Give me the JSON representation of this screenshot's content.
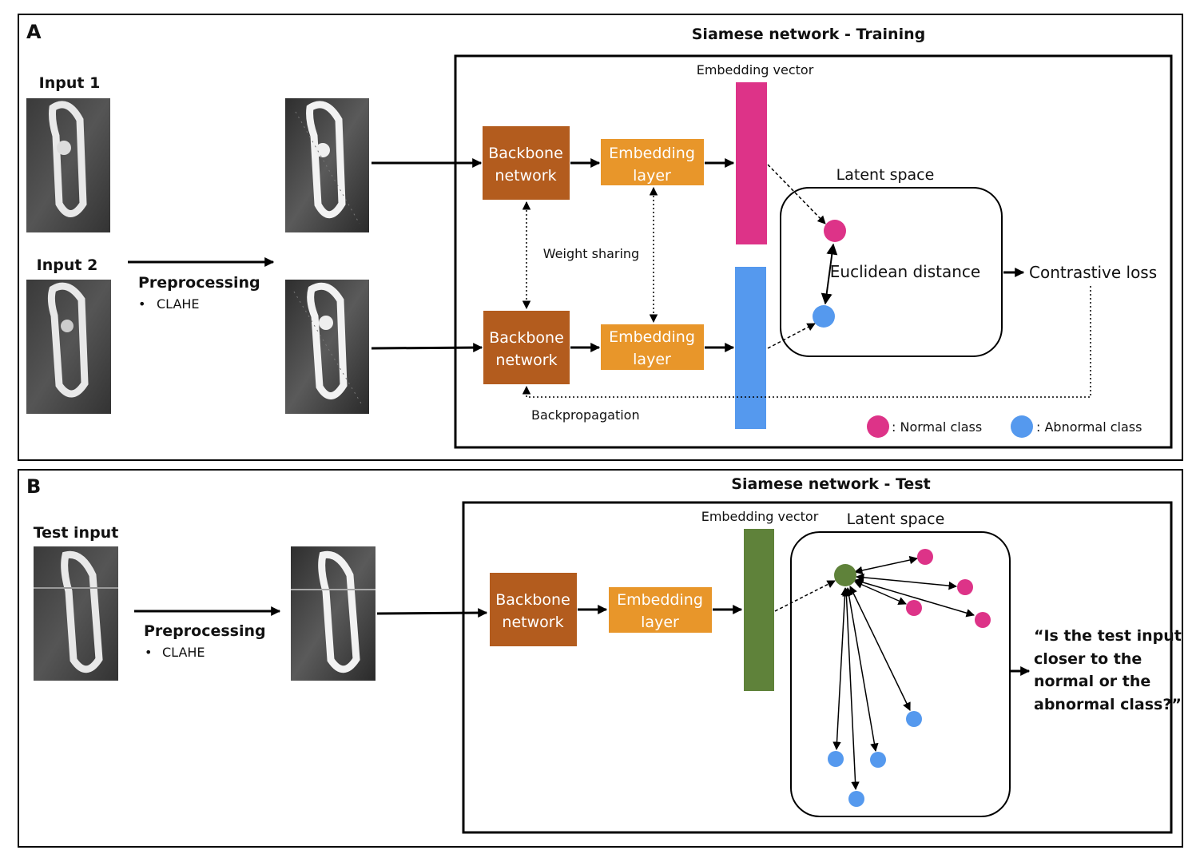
{
  "panel_a": {
    "letter": "A",
    "title": "Siamese network - Training",
    "input1_label": "Input 1",
    "input2_label": "Input 2",
    "preprocessing_label": "Preprocessing",
    "preprocessing_item": "CLAHE",
    "bullet": "•",
    "backbone_top": [
      "Backbone",
      "network"
    ],
    "embedding_top": [
      "Embedding",
      "layer"
    ],
    "backbone_bottom": [
      "Backbone",
      "network"
    ],
    "embedding_bottom": [
      "Embedding",
      "layer"
    ],
    "embedding_vector_label": "Embedding vector",
    "weight_sharing_label": "Weight sharing",
    "latent_space_label": "Latent space",
    "distance_label": "Euclidean distance",
    "loss_label": "Contrastive loss",
    "backprop_label": "Backpropagation",
    "legend_normal": ": Normal class",
    "legend_abnormal": ": Abnormal class"
  },
  "panel_b": {
    "letter": "B",
    "title": "Siamese network - Test",
    "test_input_label": "Test input",
    "preprocessing_label": "Preprocessing",
    "preprocessing_item": "CLAHE",
    "bullet": "•",
    "backbone": [
      "Backbone",
      "network"
    ],
    "embedding": [
      "Embedding",
      "layer"
    ],
    "embedding_vector_label": "Embedding vector",
    "latent_space_label": "Latent space",
    "question_lines": [
      "“Is the test input",
      "closer to the",
      "normal or the",
      "abnormal class?”"
    ]
  },
  "colors": {
    "backbone": "#b35c1e",
    "embedding": "#e8962a",
    "normal": "#dd3388",
    "abnormal": "#5599ee",
    "test_vector": "#5f823a"
  }
}
